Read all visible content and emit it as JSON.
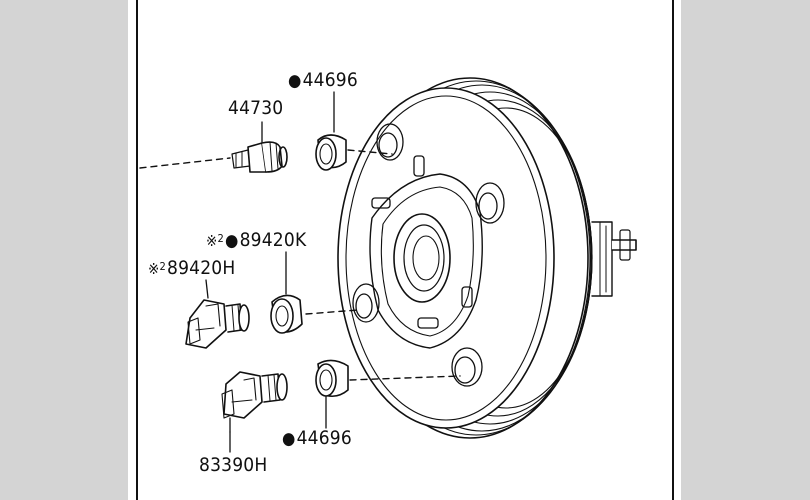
{
  "labels": {
    "grommet_top": {
      "bullet": "●",
      "code": "44696"
    },
    "check_valve": {
      "code": "44730"
    },
    "sensor_k": {
      "note": "※",
      "num": "2",
      "bullet": "●",
      "code": "89420K"
    },
    "sensor_h": {
      "note": "※",
      "num": "2",
      "code": "89420H"
    },
    "grommet_bottom": {
      "bullet": "●",
      "code": "44696"
    },
    "switch": {
      "code": "83390H"
    }
  }
}
